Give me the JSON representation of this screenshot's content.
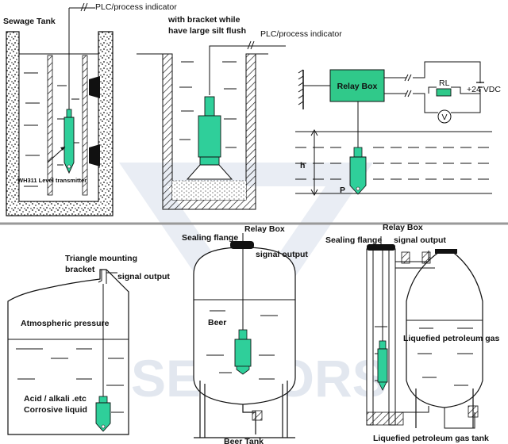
{
  "labels": {
    "sewage_tank": "Sewage Tank",
    "plc_indicator_1": "PLC/process indicator",
    "transmitter_model": "WH311 Level transmitter",
    "bracket_line1": "with bracket while",
    "bracket_line2": "have large silt flush",
    "plc_indicator_2": "PLC/process indicator",
    "relay_box_top": "Relay Box",
    "rl": "RL",
    "voltage": "+24 VDC",
    "voltmeter": "V",
    "height": "h",
    "pressure": "P",
    "triangle_line1": "Triangle mounting",
    "triangle_line2": "bracket",
    "signal_output_1": "signal output",
    "atmospheric": "Atmospheric pressure",
    "acid_line1": "Acid / alkali .etc",
    "acid_line2": "Corrosive liquid",
    "sealing_flange_1": "Sealing flange",
    "relay_box_2": "Relay Box",
    "signal_output_2": "signal output",
    "beer": "Beer",
    "beer_tank": "Beer Tank",
    "sealing_flange_2": "Sealing flange",
    "relay_box_3": "Relay Box",
    "signal_output_3": "signal output",
    "lpg": "Liquefied petroleum gas",
    "lpg_tank": "Liquefied petroleum gas tank",
    "watermark": "WHSENSORS"
  },
  "colors": {
    "sensor": "#2fcf9a",
    "relay_box": "#30c98a",
    "outline": "#1a1a1a",
    "watermark": "#dfe5ee"
  }
}
